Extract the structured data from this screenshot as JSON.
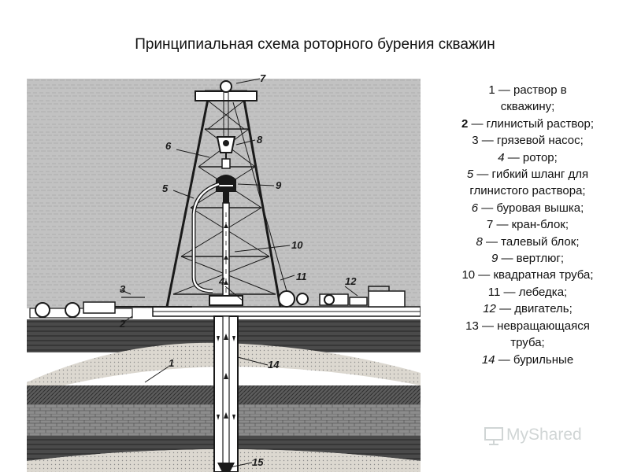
{
  "title": "Принципиальная схема роторного бурения скважин",
  "legend": [
    {
      "num": "1",
      "text": " — раствор в скважину;",
      "style": ""
    },
    {
      "num": "2",
      "text": " — глинистый раствор;",
      "style": "b"
    },
    {
      "num": "3",
      "text": " — грязевой насос;",
      "style": ""
    },
    {
      "num": "4",
      "text": " — ротор;",
      "style": "it"
    },
    {
      "num": "5",
      "text": " — гибкий шланг для глинистого раствора;",
      "style": "it"
    },
    {
      "num": "6",
      "text": " — буровая вышка;",
      "style": "it"
    },
    {
      "num": "7",
      "text": " — кран-блок;",
      "style": ""
    },
    {
      "num": "8",
      "text": " — талевый блок;",
      "style": "it"
    },
    {
      "num": "9",
      "text": " — вертлюг;",
      "style": "it"
    },
    {
      "num": "10",
      "text": " — квадратная труба;",
      "style": ""
    },
    {
      "num": "11",
      "text": " — лебедка;",
      "style": ""
    },
    {
      "num": "12",
      "text": " — двигатель;",
      "style": "it"
    },
    {
      "num": "13",
      "text": " — невращающаяся труба;",
      "style": ""
    },
    {
      "num": "14",
      "text": " — бурильные",
      "style": "it"
    }
  ],
  "figure_labels": {
    "l1": "1",
    "l2": "2",
    "l3": "3",
    "l4": "4",
    "l5": "5",
    "l6": "6",
    "l7": "7",
    "l8": "8",
    "l9": "9",
    "l10": "10",
    "l11": "11",
    "l12": "12",
    "l14": "14",
    "l15": "15"
  },
  "watermark": "MyShared",
  "colors": {
    "ink": "#1a1a1a",
    "soil_dark": "#3a3a3a",
    "soil_mid": "#6a6a6a",
    "sand": "#d8d4cc",
    "scan_bg": "#9a9a9a"
  }
}
